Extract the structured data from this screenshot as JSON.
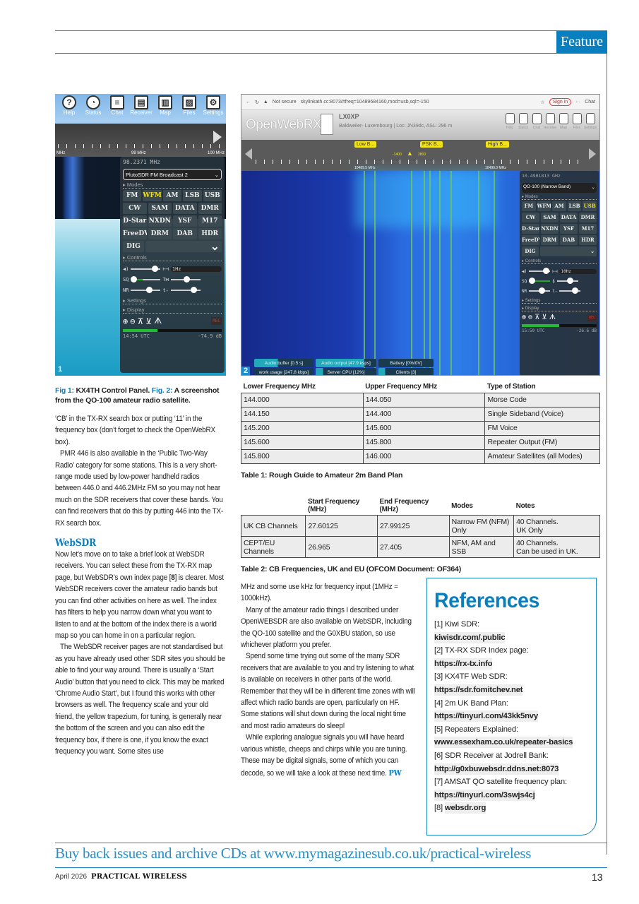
{
  "header": {
    "section_label": "Feature"
  },
  "fig1": {
    "number": "1",
    "toolbar": [
      {
        "icon": "help-icon",
        "label": "Help",
        "glyph": "?"
      },
      {
        "icon": "status-icon",
        "label": "Status",
        "glyph": "◔"
      },
      {
        "icon": "chat-icon",
        "label": "Chat",
        "glyph": "≡"
      },
      {
        "icon": "receiver-icon",
        "label": "Receiver",
        "glyph": "▤"
      },
      {
        "icon": "map-icon",
        "label": "Map",
        "glyph": "▥"
      },
      {
        "icon": "files-icon",
        "label": "Files",
        "glyph": "▨"
      },
      {
        "icon": "settings-icon",
        "label": "Settings",
        "glyph": "⚙"
      }
    ],
    "scale": {
      "left": "MHz",
      "mid": "99 MHz",
      "right": "100 MHz"
    },
    "frequency": "98.2371 MHz",
    "profile": "PlutoSDR FM Broadcast 2",
    "modes_label": "Modes",
    "modes": [
      "FM",
      "WFM",
      "AM",
      "LSB",
      "USB",
      "CW",
      "SAM",
      "DATA",
      "DMR",
      "D-Star",
      "NXDN",
      "YSF",
      "M17",
      "FreeDV",
      "DRM",
      "DAB",
      "HDR"
    ],
    "active_mode": "WFM",
    "dig": "DIG",
    "controls_label": "Controls",
    "step": "1Hz",
    "settings_label": "Settings",
    "display_label": "Display",
    "rec": "REC",
    "time": "14:54 UTC",
    "level": "-74.9 dB",
    "signal_meter": 0.35
  },
  "fig2": {
    "number": "2",
    "browser": {
      "security": "Not secure",
      "url": "skylinkath.cc:8073/#freq=10489684160,mod=usb,sql=-150",
      "sign_in": "Sign in",
      "chat": "Chat"
    },
    "logo": "OpenWebRX",
    "station": "LX0XP",
    "location": "Baldweiler- Luxembourg | Loc: JN39dc, ASL: 296 m",
    "toolbar": [
      "Help",
      "Status",
      "Chat",
      "Receiver",
      "Map",
      "Files",
      "Settings"
    ],
    "bookmarks": [
      "Low B...",
      "PSK B...",
      "High B..."
    ],
    "offsets": [
      "-1400",
      "2800"
    ],
    "scale": [
      "10489.5 MHz",
      "10490.0 MHz"
    ],
    "frequency": "10.4901813 GHz",
    "profile": "QO-100 (Narrow Band)",
    "modes_label": "Modes",
    "modes": [
      "FM",
      "WFM",
      "AM",
      "LSB",
      "USB",
      "CW",
      "SAM",
      "DATA",
      "DMR",
      "D-Star",
      "NXDN",
      "YSF",
      "M17",
      "FreeDV",
      "DRM",
      "DAB",
      "HDR"
    ],
    "active_mode": "USB",
    "dig": "DIG",
    "controls_label": "Controls",
    "step": "10Hz",
    "settings_label": "Settings",
    "display_label": "Display",
    "rec": "REC",
    "time": "15:50 UTC",
    "level": "-26.6 dB",
    "signal_meter": 0.5,
    "status": {
      "audio_buffer": "Audio buffer [0.5 s]",
      "audio_output": "Audio output [47.9 ksps]",
      "battery": "Battery [0%/0V]",
      "network": "work usage [247.8 kbps]",
      "server_cpu": "Server CPU [12%]",
      "clients": "Clients [3]"
    }
  },
  "caption": {
    "fig1_label": "Fig 1:",
    "fig1_text": "KX4TH Control Panel.",
    "fig2_label": "Fig. 2:",
    "fig2_text": "A screenshot from the QO-100 amateur radio satellite."
  },
  "col1": {
    "p1": "‘CB’ in the TX-RX search box or putting ‘11’ in the frequency box (don’t forget to check the OpenWebRX box).",
    "p2": "PMR 446 is also available in the ‘Public Two-Way Radio’ category for some stations. This is a very short-range mode used by low-power handheld radios between 446.0 and 446.2MHz FM so you may not hear much on the SDR receivers that cover these bands. You can find receivers that do this by putting 446 into the TX-RX search box.",
    "heading": "WebSDR",
    "p3a": "Now let’s move on to take a brief look at WebSDR receivers. You can select these from the TX-RX map page, but WebSDR’s own index page [",
    "p3ref": "8",
    "p3b": "] is clearer. Most WebSDR receivers cover the amateur radio bands but you can find other activities on here as well. The index has filters to help you narrow down what you want to listen to and at the bottom of the index there is a world map so you can home in on a particular region.",
    "p4": "The WebSDR receiver pages are not standardised but as you have already used other SDR sites you should be able to find your way around. There is usually a ‘Start Audio’ button that you need to click. This may be marked ‘Chrome Audio Start’, but I found this works with other browsers as well. The frequency scale and your old friend, the yellow trapezium, for tuning, is generally near the bottom of the screen and you can also edit the frequency box, if there is one, if you know the exact frequency you want. Some sites use"
  },
  "col2": {
    "p1": "MHz and some use kHz for frequency input (1MHz = 1000kHz).",
    "p2": "Many of the amateur radio things I described under OpenWEBSDR are also available on WebSDR, including the QO-100 satellite and the G0XBU station, so use whichever platform you prefer.",
    "p3": "Spend some time trying out some of the many SDR receivers that are available to you and try listening to what is available on receivers in other parts of the world. Remember that they will be in different time zones with will affect which radio bands are open, particularly on HF. Some stations will shut down during the local night time and most radio amateurs do sleep!",
    "p4": "While exploring analogue signals you will have heard various whistle, cheeps and chirps while you are tuning. These may be digital signals, some of which you can decode, so we will take a look at these next time.",
    "signoff": "PW"
  },
  "table1": {
    "headers": [
      "Lower Frequency MHz",
      "Upper Frequency MHz",
      "Type of Station"
    ],
    "rows": [
      [
        "144.000",
        "144.050",
        "Morse Code"
      ],
      [
        "144.150",
        "144.400",
        "Single Sideband (Voice)"
      ],
      [
        "145.200",
        "145.600",
        "FM Voice"
      ],
      [
        "145.600",
        "145.800",
        "Repeater Output (FM)"
      ],
      [
        "145.800",
        "146.000",
        "Amateur Satellites (all Modes)"
      ]
    ],
    "caption": "Table 1: Rough Guide to Amateur 2m Band Plan"
  },
  "table2": {
    "headers": [
      "",
      "Start Frequency (MHz)",
      "End Frequency (MHz)",
      "Modes",
      "Notes"
    ],
    "rows": [
      [
        "UK CB Channels",
        "27.60125",
        "27.99125",
        "Narrow FM (NFM) Only",
        "40 Channels.\nUK Only"
      ],
      [
        "CEPT/EU Channels",
        "26.965",
        "27.405",
        "NFM, AM and SSB",
        "40 Channels.\nCan be used in UK."
      ]
    ],
    "caption": "Table 2: CB Frequencies, UK and EU (OFCOM Document: OF364)"
  },
  "references": {
    "title": "References",
    "items": [
      {
        "label": "[1] Kiwi SDR:",
        "url": "kiwisdr.com/.public"
      },
      {
        "label": "[2] TX-RX SDR Index page:",
        "url": "https://rx-tx.info"
      },
      {
        "label": "[3] KX4TF Web SDR:",
        "url": "https://sdr.fomitchev.net"
      },
      {
        "label": "[4] 2m UK Band Plan:",
        "url": "https://tinyurl.com/43kk5nvy"
      },
      {
        "label": "[5] Repeaters Explained:",
        "url": "www.essexham.co.uk/repeater-basics"
      },
      {
        "label": "[6] SDR Receiver at Jodrell Bank:",
        "url": "http://g0xbuwebsdr.ddns.net:8073"
      },
      {
        "label": "[7] AMSAT QO satellite frequency plan:",
        "url": "https://tinyurl.com/3swjs4cj"
      },
      {
        "label": "[8]",
        "url": "websdr.org"
      }
    ]
  },
  "banner": "Buy back issues and archive CDs at www.mymagazinesub.co.uk/practical-wireless",
  "footer": {
    "date": "April 2026",
    "magazine": "PRACTICAL WIRELESS",
    "page": "13"
  },
  "colors": {
    "accent": "#0a7fc0",
    "table_fill": "#ececec",
    "mode_active": "#f4e020"
  }
}
